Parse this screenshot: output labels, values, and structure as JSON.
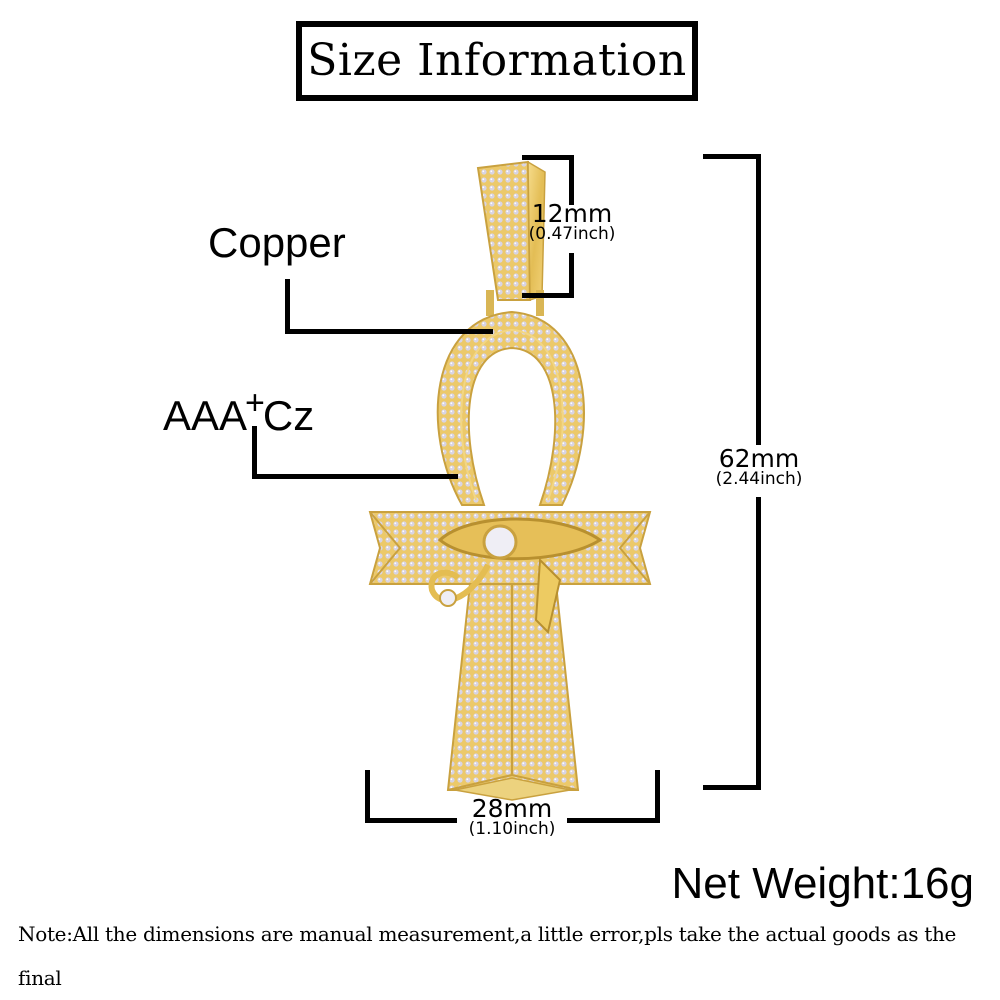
{
  "title": "Size Information",
  "callouts": {
    "material": "Copper",
    "stone_prefix": "AAA",
    "stone_plus": "+",
    "stone_suffix": "Cz"
  },
  "dimensions": {
    "bail_height": {
      "mm": "12mm",
      "inch": "(0.47inch)"
    },
    "total_height": {
      "mm": "62mm",
      "inch": "(2.44inch)"
    },
    "width": {
      "mm": "28mm",
      "inch": "(1.10inch)"
    }
  },
  "net_weight": "Net Weight:16g",
  "note": "Note:All the dimensions are manual measurement,a little error,pls take the actual goods as the final",
  "product": {
    "name": "Iced Ankh pendant with Eye of Horus",
    "metal_color": "#e8c766",
    "stone_color": "#d9d6e6"
  }
}
